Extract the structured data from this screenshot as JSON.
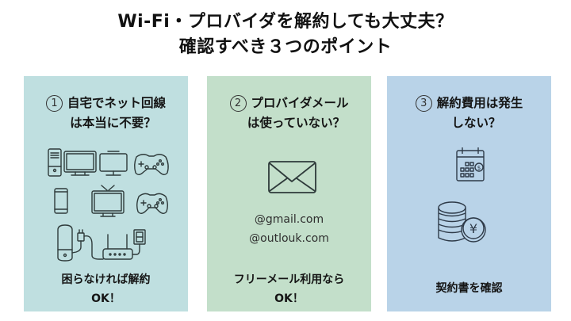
{
  "title": {
    "line1": "Wi-Fi・プロバイダを解約しても大丈夫？",
    "line2": "確認すべき３つのポイント"
  },
  "panels": [
    {
      "number": "1",
      "heading_line1": "自宅でネット回線",
      "heading_line2": "は本当に不要？",
      "icons": [
        "desktop-pc-icon",
        "monitor-icon",
        "tv-monitor-icon",
        "game-controller-icon",
        "smartphone-icon",
        "tv-antenna-icon",
        "game-controller-icon",
        "smart-speaker-icon",
        "router-icon",
        "wall-outlet-icon"
      ],
      "footer_line1": "困らなければ解約",
      "footer_line2": "OK！",
      "color": "#bfdfe0"
    },
    {
      "number": "2",
      "heading_line1": "プロバイダメール",
      "heading_line2": "は使っていない？",
      "icons": [
        "envelope-icon"
      ],
      "emails": [
        "@gmail.com",
        "@outlouk.com"
      ],
      "footer_line1": "フリーメール利用なら",
      "footer_line2": "OK！",
      "color": "#c3dfca"
    },
    {
      "number": "3",
      "heading_line1": "解約費用は発生",
      "heading_line2": "しない？",
      "icons": [
        "calendar-icon",
        "yen-coins-icon"
      ],
      "footer_line1": "契約書を確認",
      "color": "#b9d3e8"
    }
  ]
}
